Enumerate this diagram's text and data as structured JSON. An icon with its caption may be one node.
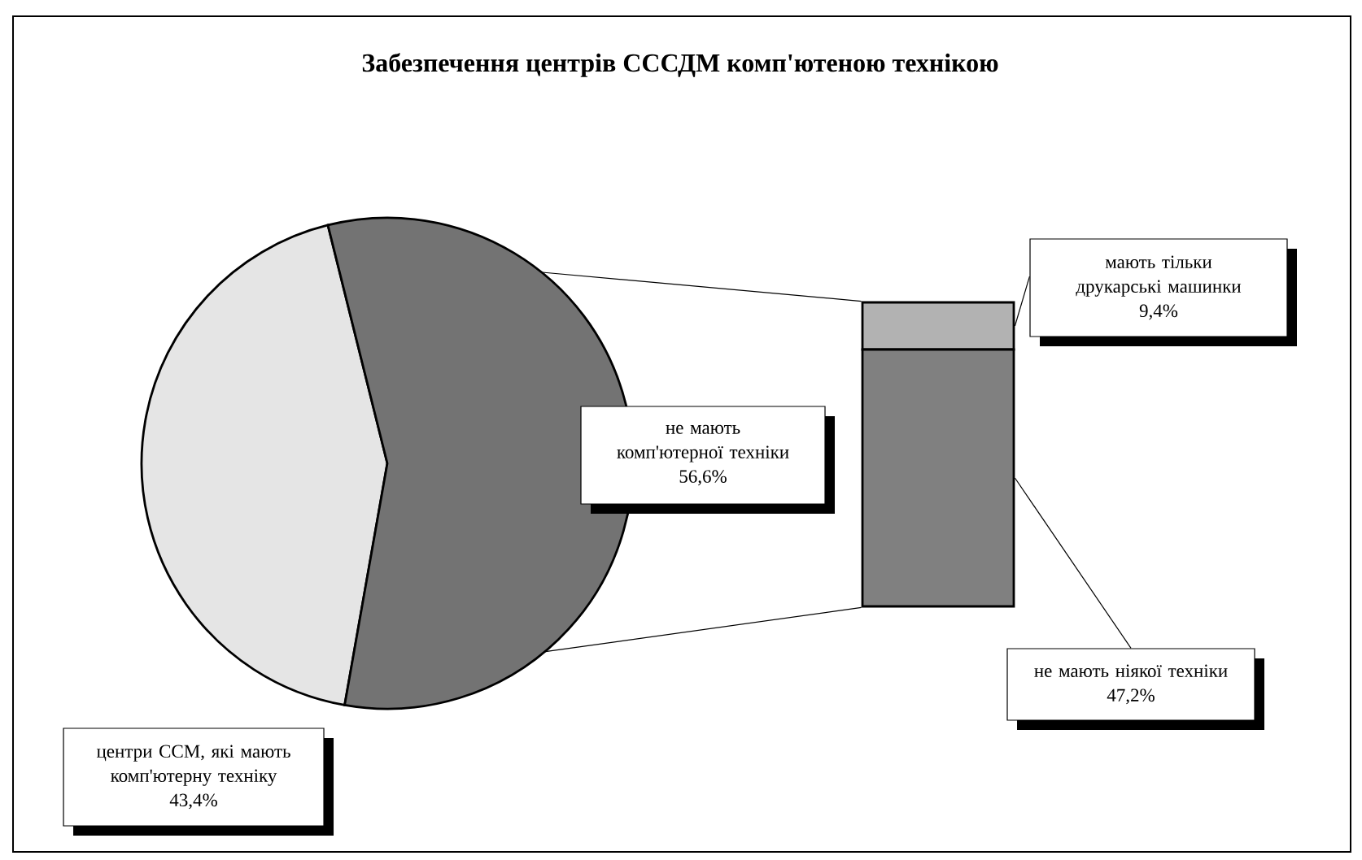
{
  "diagram": {
    "title": "Забезпечення центрів СССДМ комп'ютеною технікою",
    "nodes": [
      {
        "text": [],
        "shape": "sector"
      },
      {
        "text": [],
        "shape": "sector"
      },
      {
        "text": [
          "не мають комп'ютерної техніки",
          "56,6%"
        ]
      },
      {
        "text": [],
        "shape": "bar"
      },
      {
        "text": [],
        "shape": "bar"
      },
      {
        "text": [
          "мають тільки друкарські машинки",
          "9,4%"
        ]
      },
      {
        "text": [
          "не мають ніякої техніки",
          "47,2%"
        ]
      },
      {
        "text": [
          "центри ССМ, які мають комп'ютерну техніку",
          "43,4%"
        ]
      }
    ],
    "edges": [
      {
        "from": 1,
        "to": 3,
        "arrow": "none"
      },
      {
        "from": 1,
        "to": 4,
        "arrow": "none"
      },
      {
        "from": 5,
        "to": 3,
        "arrow": "none"
      },
      {
        "from": 6,
        "to": 4,
        "arrow": "none"
      }
    ]
  }
}
